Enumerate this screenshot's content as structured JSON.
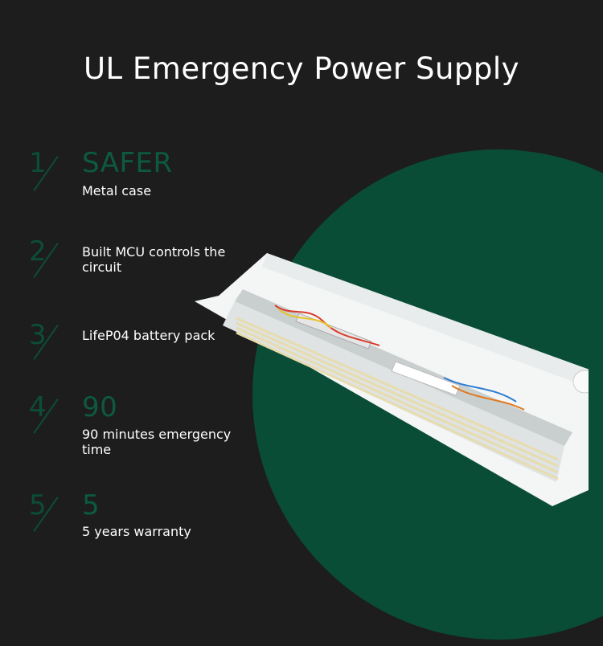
{
  "title": "UL Emergency Power Supply",
  "colors": {
    "background": "#1d1d1d",
    "accent": "#0a4d37",
    "number": "#0d4d36"
  },
  "features": [
    {
      "number": "1",
      "headline": "SAFER",
      "description": "Metal case"
    },
    {
      "number": "2",
      "headline": "",
      "description": "Built MCU controls the circuit"
    },
    {
      "number": "3",
      "headline": "",
      "description": "LifeP04 battery pack"
    },
    {
      "number": "4",
      "headline": "90",
      "description": "90 minutes emergency time"
    },
    {
      "number": "5",
      "headline": "5",
      "description": "5 years warranty"
    }
  ],
  "product_image": "led-linear-fixture-with-emergency-driver"
}
